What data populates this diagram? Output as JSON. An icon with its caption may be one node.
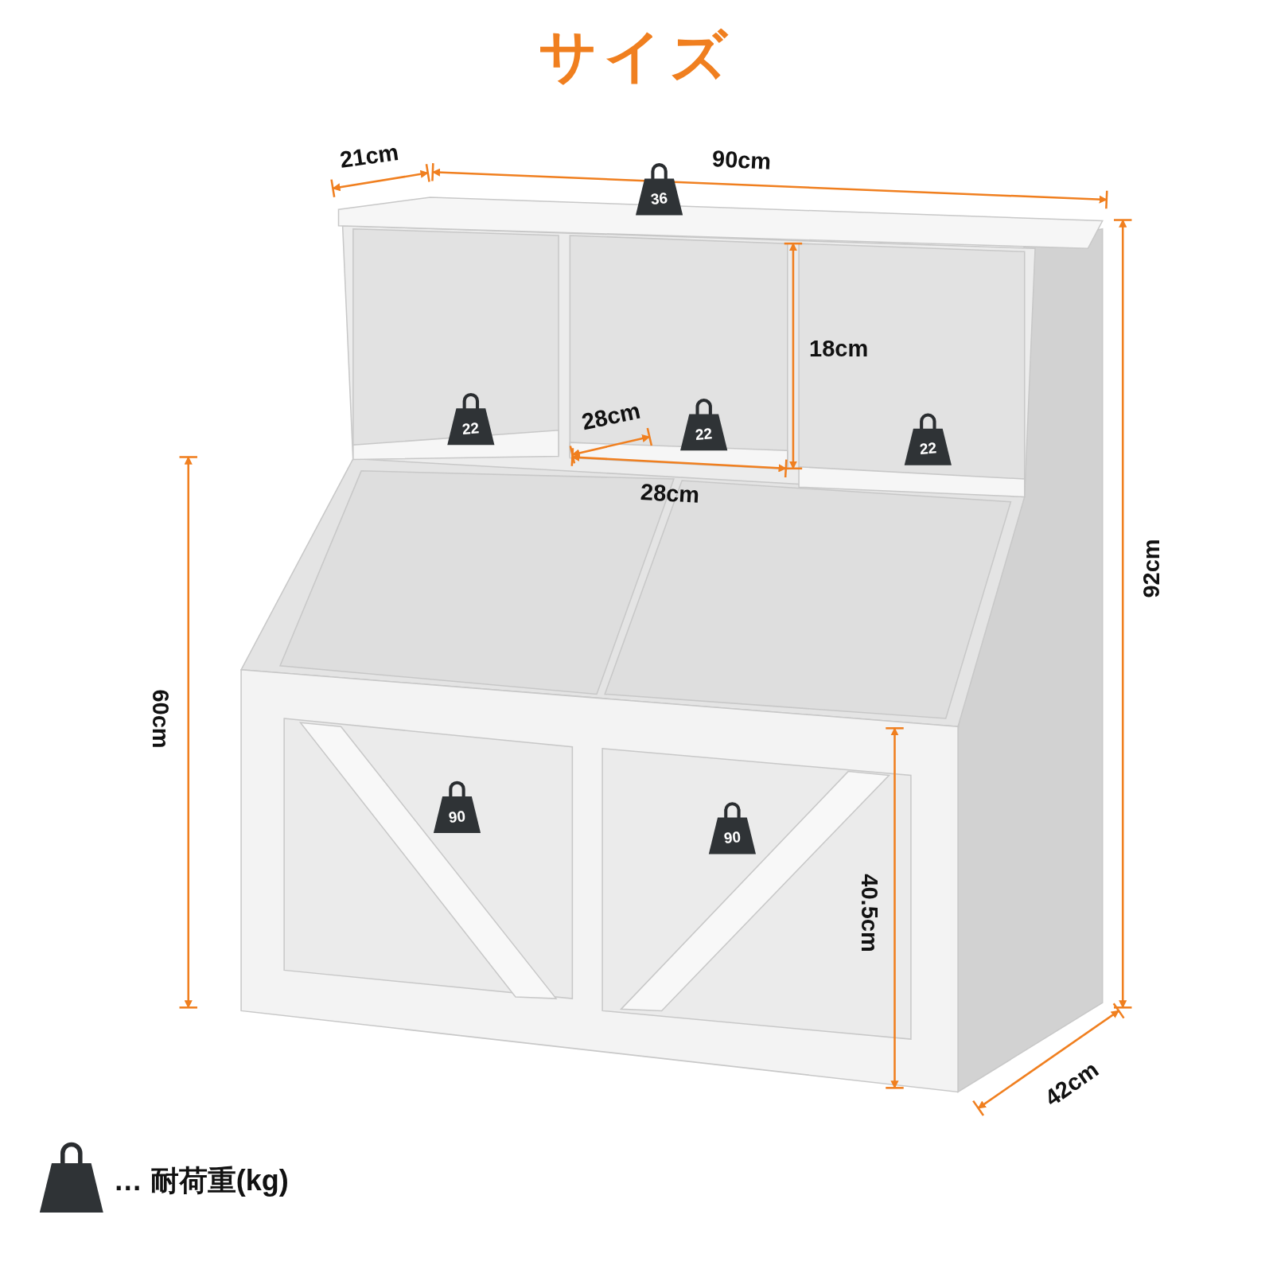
{
  "diagram": {
    "title": "サイズ",
    "labels": [
      "21cm",
      "90cm",
      "36",
      "18cm",
      "22",
      "28cm",
      "22",
      "22",
      "28cm",
      "92cm",
      "60cm",
      "90",
      "90",
      "40.5cm",
      "42cm"
    ],
    "legend": [
      {
        "text": "… 耐荷重(kg)"
      }
    ]
  }
}
